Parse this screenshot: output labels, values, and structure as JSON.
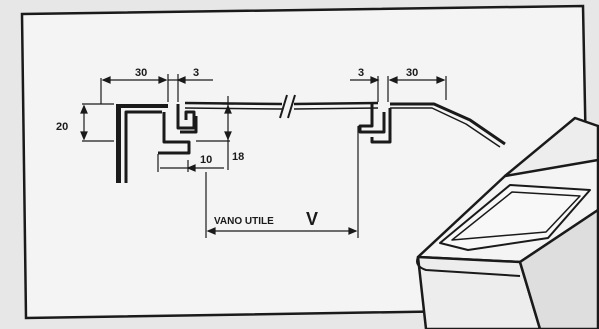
{
  "diagram": {
    "dimensions": {
      "left_flange_width": "30",
      "left_gap": "3",
      "right_gap": "3",
      "right_flange_width": "30",
      "profile_height": "20",
      "channel_width": "10",
      "channel_height": "18"
    },
    "caption": {
      "label": "VANO UTILE",
      "symbol": "V"
    }
  },
  "colors": {
    "background": "#e7e7e7",
    "panel": "#f4f4f4",
    "ink": "#1a1a1a"
  }
}
